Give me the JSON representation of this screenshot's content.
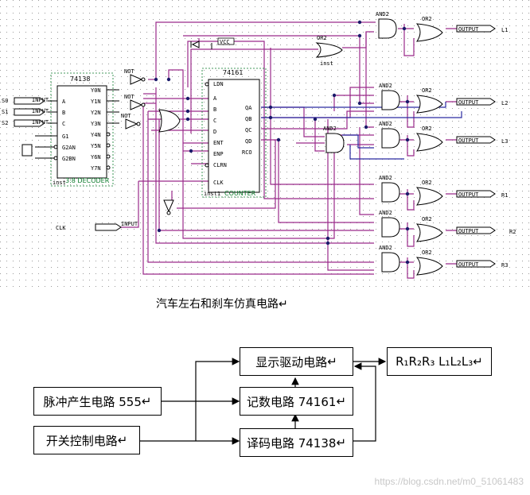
{
  "schematic": {
    "decoder": {
      "title": "74138",
      "inputs": [
        "A",
        "B",
        "C",
        "G1",
        "G2AN",
        "G2BN"
      ],
      "outputs": [
        "Y0N",
        "Y1N",
        "Y2N",
        "Y3N",
        "Y4N",
        "Y5N",
        "Y6N",
        "Y7N"
      ],
      "caption": "3:8 DECODER",
      "inst": "inst"
    },
    "counter": {
      "title": "74161",
      "inputs": [
        "LDN",
        "A",
        "B",
        "C",
        "D",
        "ENT",
        "ENP",
        "CLRN",
        "CLK"
      ],
      "outputs": [
        "QA",
        "QB",
        "QC",
        "QD",
        "RCO"
      ],
      "caption": "COUNTER",
      "inst": "inst1"
    },
    "vcc_label": "VCC",
    "input_pins": [
      "S0",
      "S1",
      "S2"
    ],
    "clk_pin": "CLK",
    "input_word": "INPUT",
    "output_word": "OUTPUT",
    "outputs": [
      "L1",
      "L2",
      "L3",
      "R1",
      "R2",
      "R3"
    ],
    "gate_labels": [
      "NOT",
      "AND2",
      "OR2",
      "inst"
    ]
  },
  "caption": "汽车左右和刹车仿真电路",
  "flow": {
    "display": "显示驱动电路",
    "lights": "R₁R₂R₃ L₁L₂L₃",
    "pulse": "脉冲产生电路 555",
    "counter": "记数电路 74161",
    "switch": "开关控制电路",
    "decoder": "译码电路 74138"
  },
  "watermark": "https://blog.csdn.net/m0_51061483"
}
